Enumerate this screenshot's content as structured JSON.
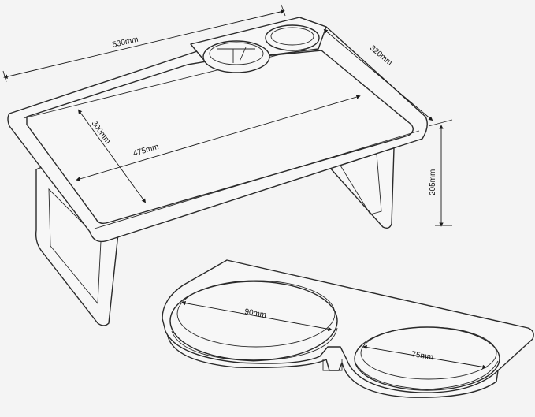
{
  "dimensions": {
    "tray_length": "530mm",
    "tray_width": "320mm",
    "leg_height": "205mm",
    "surface_length": "475mm",
    "surface_width": "300mm",
    "large_cup_diameter": "90mm",
    "small_cup_diameter": "75mm"
  }
}
